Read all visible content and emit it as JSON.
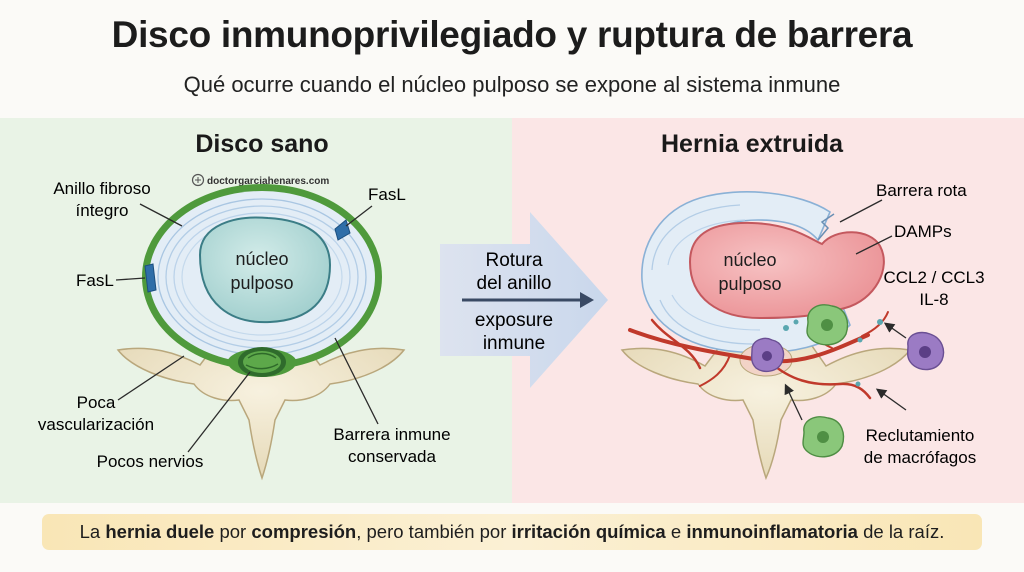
{
  "header": {
    "title": "Disco inmunoprivilegiado y ruptura de barrera",
    "subtitle": "Qué ocurre cuando el núcleo pulposo se expone al sistema inmune"
  },
  "left_panel": {
    "heading": "Disco sano",
    "watermark": "doctorgarciahenares.com",
    "nucleus_line1": "núcleo",
    "nucleus_line2": "pulposo",
    "annulus_line1": "Anillo fibroso",
    "annulus_line2": "íntegro",
    "fasl_left": "FasL",
    "fasl_right": "FasL",
    "vasc_line1": "Poca",
    "vasc_line2": "vascularización",
    "nerves": "Pocos nervios",
    "barrier_line1": "Barrera inmune",
    "barrier_line2": "conservada"
  },
  "transition": {
    "line1": "Rotura",
    "line2": "del anillo",
    "line3": "exposure",
    "line4": "inmune"
  },
  "right_panel": {
    "heading": "Hernia extruida",
    "nucleus_line1": "núcleo",
    "nucleus_line2": "pulposo",
    "broken_barrier": "Barrera rota",
    "damps": "DAMPs",
    "cytokines_line1": "CCL2 / CCL3",
    "cytokines_line2": "IL-8",
    "recruit_line1": "Reclutamiento",
    "recruit_line2": "de macrófagos"
  },
  "footer": {
    "t1": "La ",
    "b1": "hernia duele",
    "t2": " por ",
    "b2": "compresión",
    "t3": ", pero también por ",
    "b3": "irritación química",
    "t4": " e ",
    "b4": "inmunoinflamatoria",
    "t5": " de la raíz."
  },
  "colors": {
    "left_bg": "#e9f3e6",
    "right_bg": "#fbe6e6",
    "nucleus_healthy": "#bfe0e0",
    "nucleus_herniated": "#f2a6a9",
    "annulus": "#dfeaf5",
    "membrane": "#4f9a3c",
    "vessel": "#c0392b",
    "macrophage": "#8ac77a",
    "immune_purple": "#9b7bc4",
    "footer_bar": "#f9e6b6"
  }
}
